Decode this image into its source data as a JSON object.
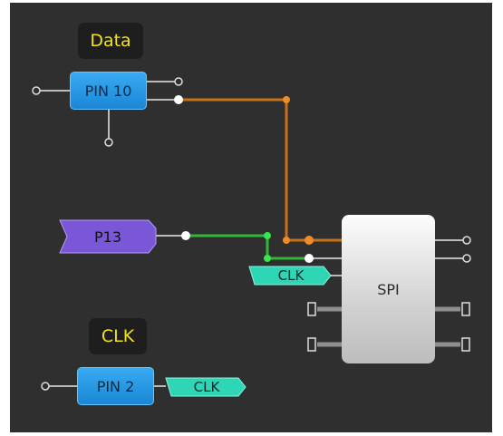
{
  "labels": {
    "data": "Data",
    "clk": "CLK"
  },
  "pins": {
    "pin10": "PIN 10",
    "pin2": "PIN 2"
  },
  "p13": {
    "label": "P13",
    "color": "#7a57d6"
  },
  "clk_tags": {
    "tag1": "CLK",
    "tag2": "CLK",
    "color": "#2fd6b5"
  },
  "spi": {
    "label": "SPI"
  },
  "colors": {
    "wire_orange": "#c8701a",
    "wire_green": "#2db83a",
    "canvas": "#2f2f2f",
    "pin": "#1987d6"
  }
}
